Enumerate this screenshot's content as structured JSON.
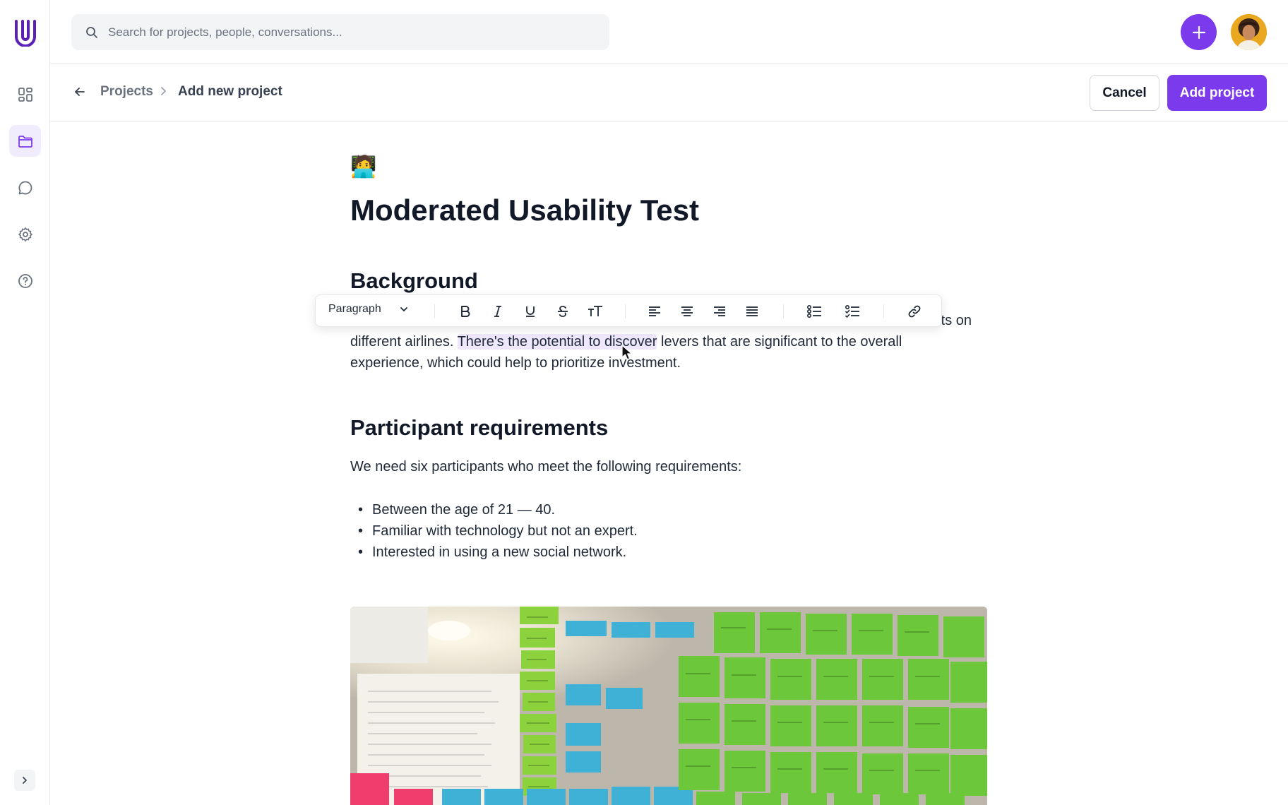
{
  "search": {
    "placeholder": "Search for projects, people, conversations..."
  },
  "breadcrumb": {
    "parent": "Projects",
    "current": "Add new project"
  },
  "actions": {
    "cancel_label": "Cancel",
    "add_label": "Add project"
  },
  "document": {
    "emoji": "🧑‍💻",
    "title": "Moderated Usability Test",
    "background_heading": "Background",
    "background_line1_tail": "ts on",
    "background_line2_a": "different airlines. ",
    "background_line2_highlight": "There's the potential to discover",
    "background_line2_b": " levers that are significant to the overall",
    "background_line3": "experience, which could help to prioritize investment.",
    "participants_heading": "Participant requirements",
    "participants_intro": "We need six participants who meet the following requirements:",
    "requirements": [
      "Between the age of 21 — 40.",
      "Familiar with technology but not an expert.",
      "Interested in using a new social network."
    ]
  },
  "toolbar": {
    "block_type": "Paragraph"
  },
  "colors": {
    "accent": "#7c3aed",
    "highlight": "#efe8fd",
    "active_nav": "#f1ecfd"
  },
  "icons": {
    "sidebar": [
      "dashboard-icon",
      "folder-icon",
      "chat-icon",
      "settings-icon",
      "help-icon"
    ],
    "toolbar": [
      "bold-icon",
      "italic-icon",
      "underline-icon",
      "strikethrough-icon",
      "text-size-icon",
      "align-left-icon",
      "align-center-icon",
      "align-right-icon",
      "align-justify-icon",
      "bullet-list-icon",
      "check-list-icon",
      "link-icon"
    ]
  }
}
